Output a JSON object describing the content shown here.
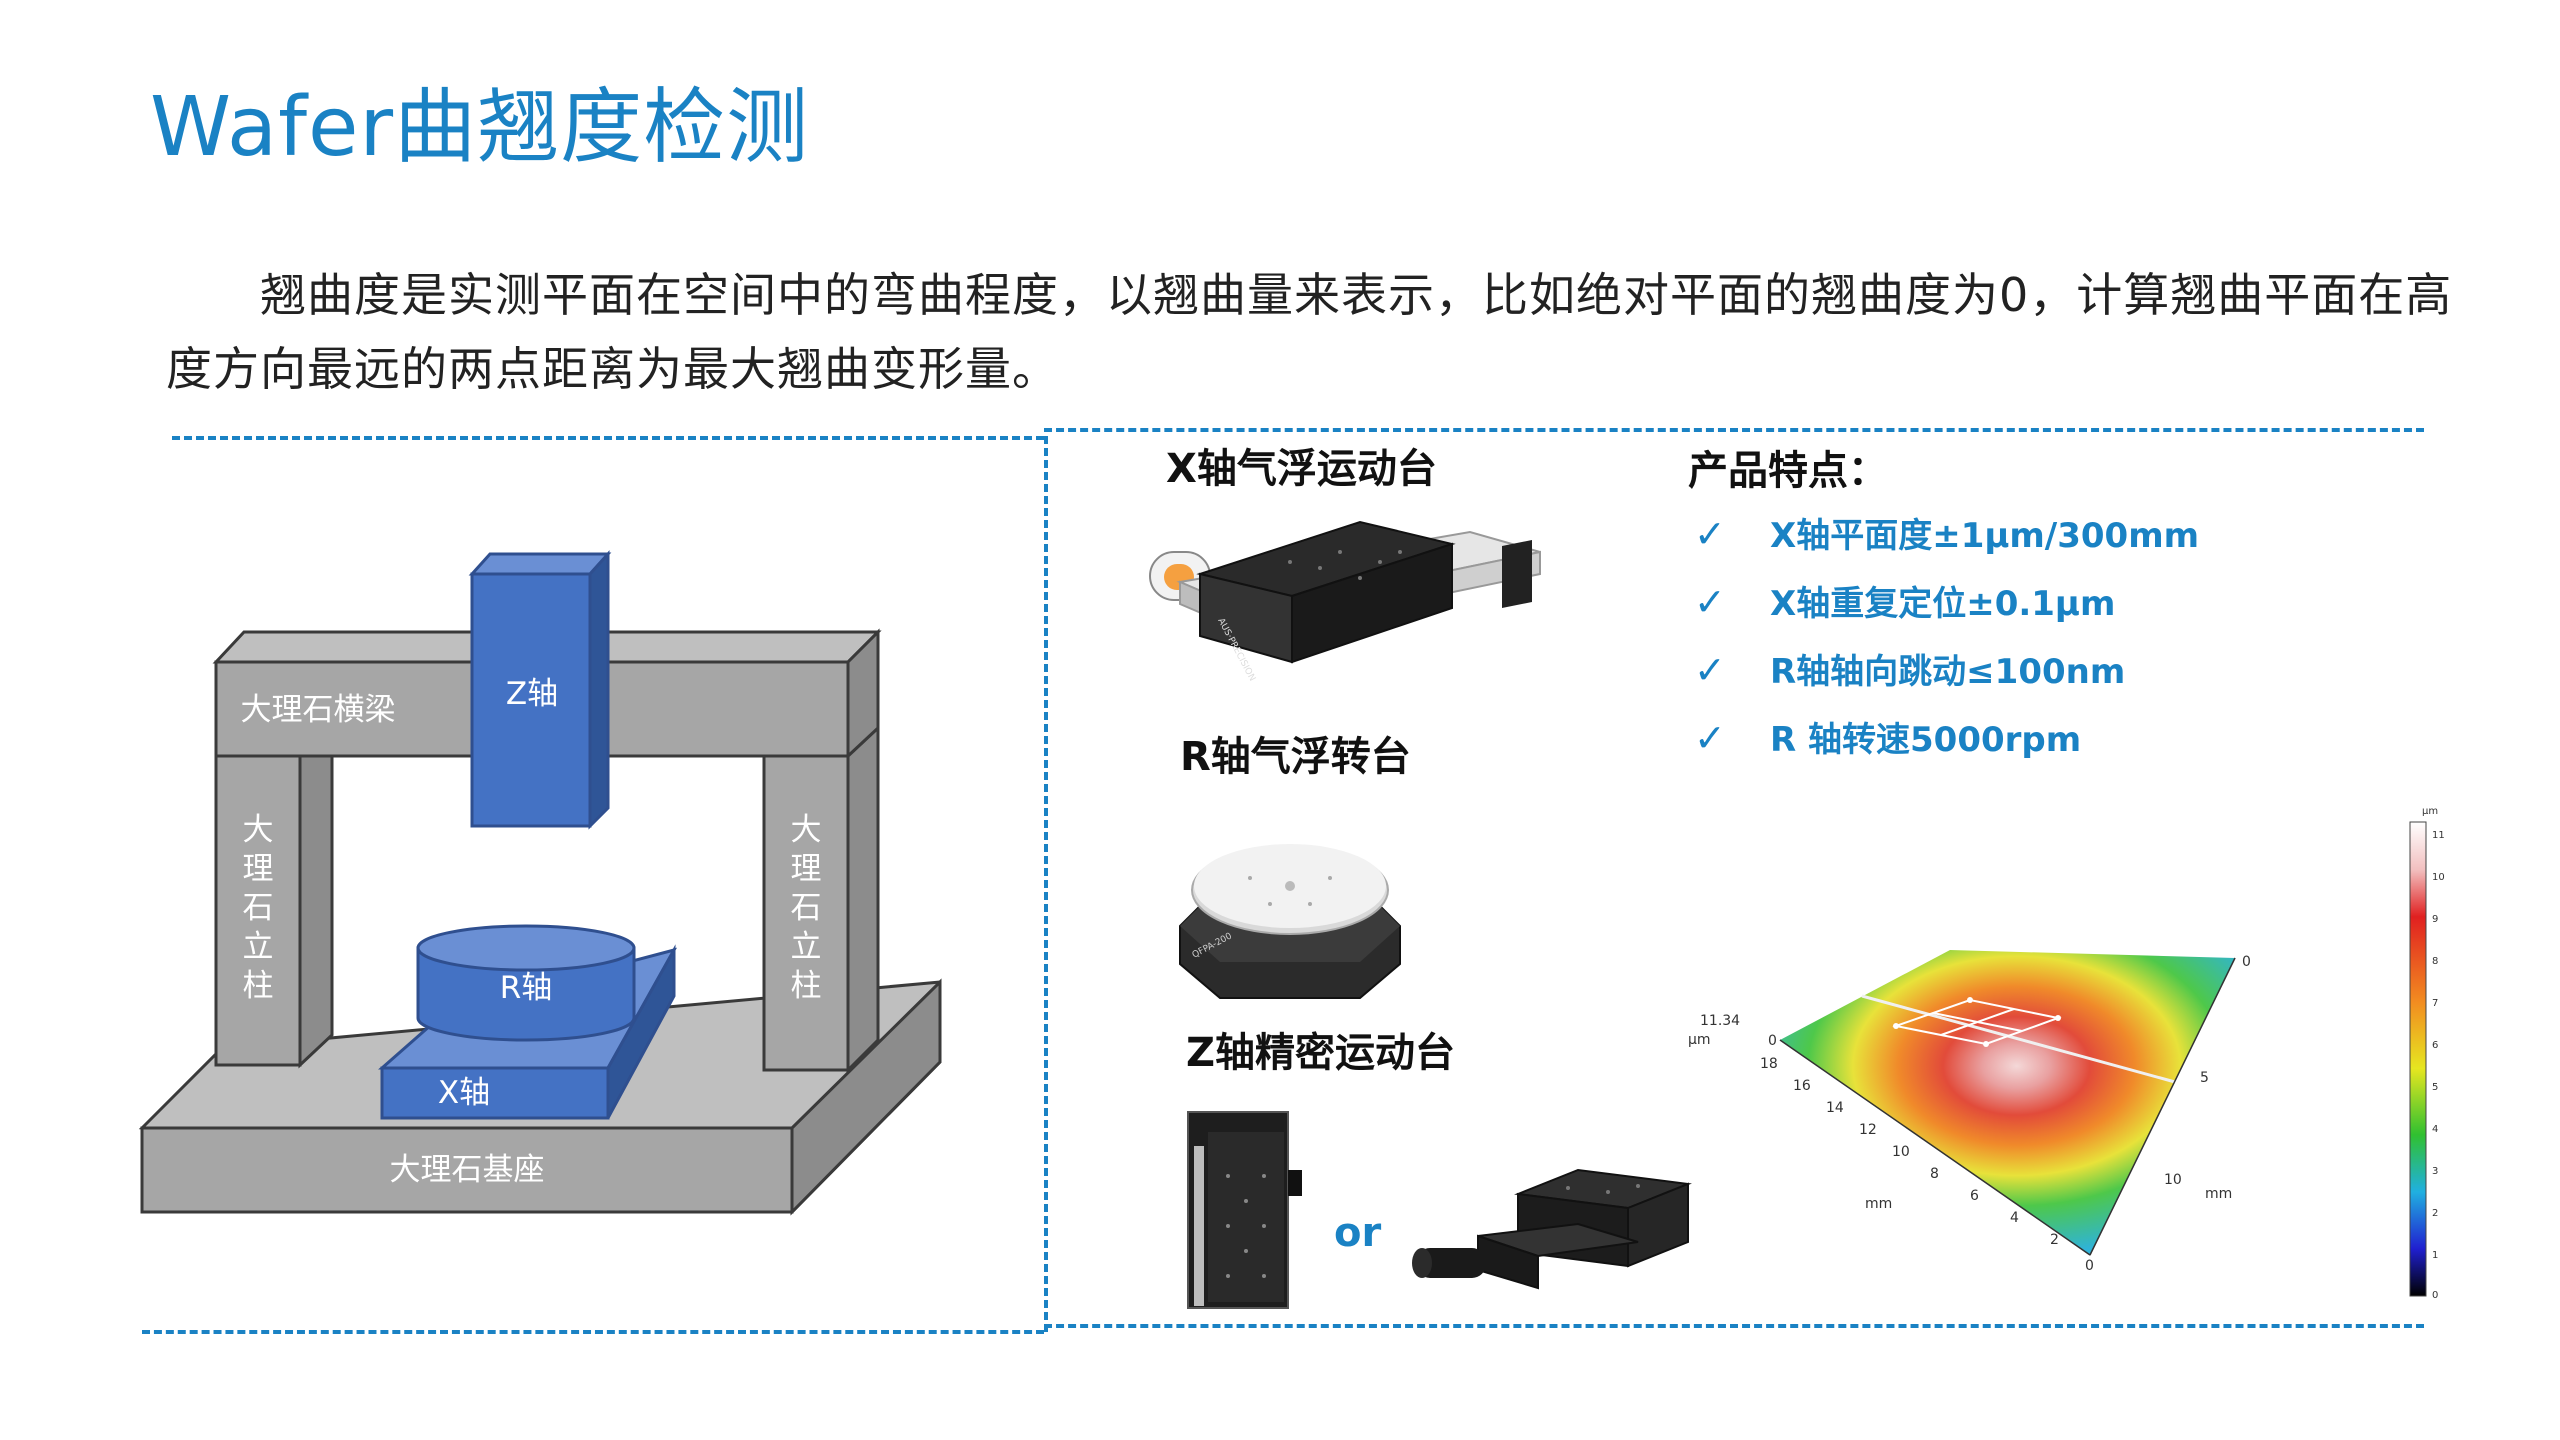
{
  "title": "Wafer曲翘度检测",
  "intro": "翘曲度是实测平面在空间中的弯曲程度，以翘曲量来表示，比如绝对平面的翘曲度为0，计算翘曲平面在高度方向最远的两点距离为最大翘曲变形量。",
  "diagram": {
    "beam": "大理石横梁",
    "z_axis": "Z轴",
    "left_column": "大理石立柱",
    "right_column": "大理石立柱",
    "r_axis": "R轴",
    "x_axis": "X轴",
    "base": "大理石基座"
  },
  "products": {
    "x_stage": "X轴气浮运动台",
    "r_stage": "R轴气浮转台",
    "z_stage": "Z轴精密运动台",
    "or_label": "or",
    "x_stage_brand": "AUS·PRECISION",
    "r_stage_model": "QFPA-200"
  },
  "features": {
    "title": "产品特点：",
    "items": [
      "X轴平面度±1μm/300mm",
      "X轴重复定位±0.1μm",
      "R轴轴向跳动≤100nm",
      "R 轴转速5000rpm"
    ]
  },
  "plot3d": {
    "z_unit": "μm",
    "z_max_label": "11.34",
    "z_min_label": "0",
    "x_unit": "mm",
    "y_unit": "mm",
    "x_ticks": [
      "18",
      "16",
      "14",
      "12",
      "10",
      "8",
      "6",
      "4",
      "2",
      "0"
    ],
    "y_ticks": [
      "0",
      "5",
      "10"
    ],
    "colorbar_unit": "μm",
    "colorbar_ticks": [
      "11",
      "10",
      "9",
      "8",
      "7",
      "6",
      "5",
      "4",
      "3",
      "2",
      "1",
      "0"
    ]
  },
  "colors": {
    "accent": "#1a82c4",
    "diagram_blue": "#4472c4",
    "diagram_gray": "#a6a6a6"
  }
}
